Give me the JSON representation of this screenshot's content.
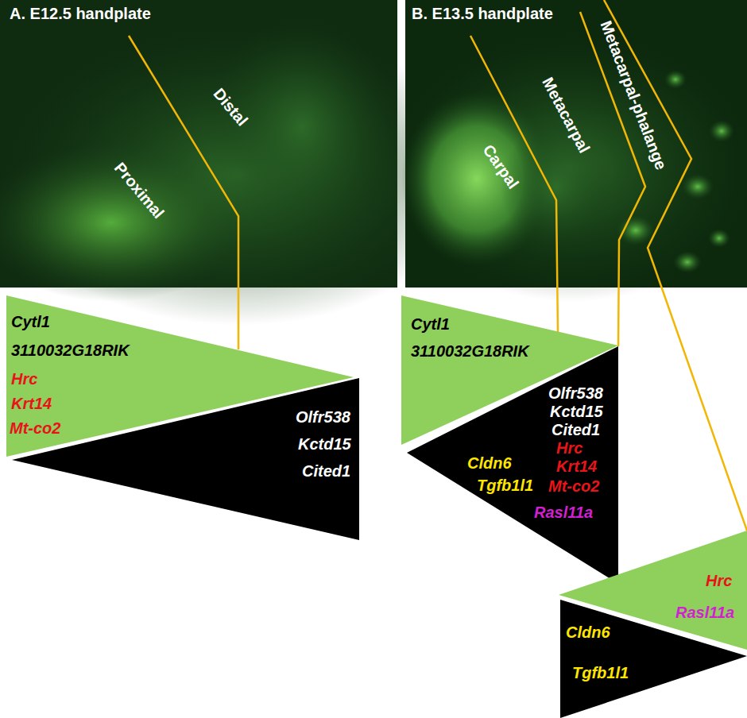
{
  "diagram": {
    "nodes": [
      {
        "text": [
          "A. E12.5 handplate",
          "Proximal",
          "Distal"
        ]
      },
      {
        "text": [
          "Cytl1",
          "3110032G18RIK",
          "Hrc",
          "Krt14",
          "Mt-co2"
        ]
      },
      {
        "text": [
          "Olfr538",
          "Kctd15",
          "Cited1"
        ]
      },
      {
        "text": [
          "B. E13.5 handplate",
          "Carpal",
          "Metacarpal",
          "Metacarpal-phalange"
        ]
      },
      {
        "text": [
          "Cytl1",
          "3110032G18RIK"
        ]
      },
      {
        "text": [
          "Olfr538",
          "Kctd15",
          "Cited1",
          "Cldn6",
          "Tgfb1l1",
          "Hrc",
          "Krt14",
          "Mt-co2",
          "Rasl11a"
        ]
      },
      {
        "text": [
          "Hrc",
          "Rasl11a"
        ]
      },
      {
        "text": [
          "Cldn6",
          "Tgfb1l1"
        ]
      }
    ]
  }
}
